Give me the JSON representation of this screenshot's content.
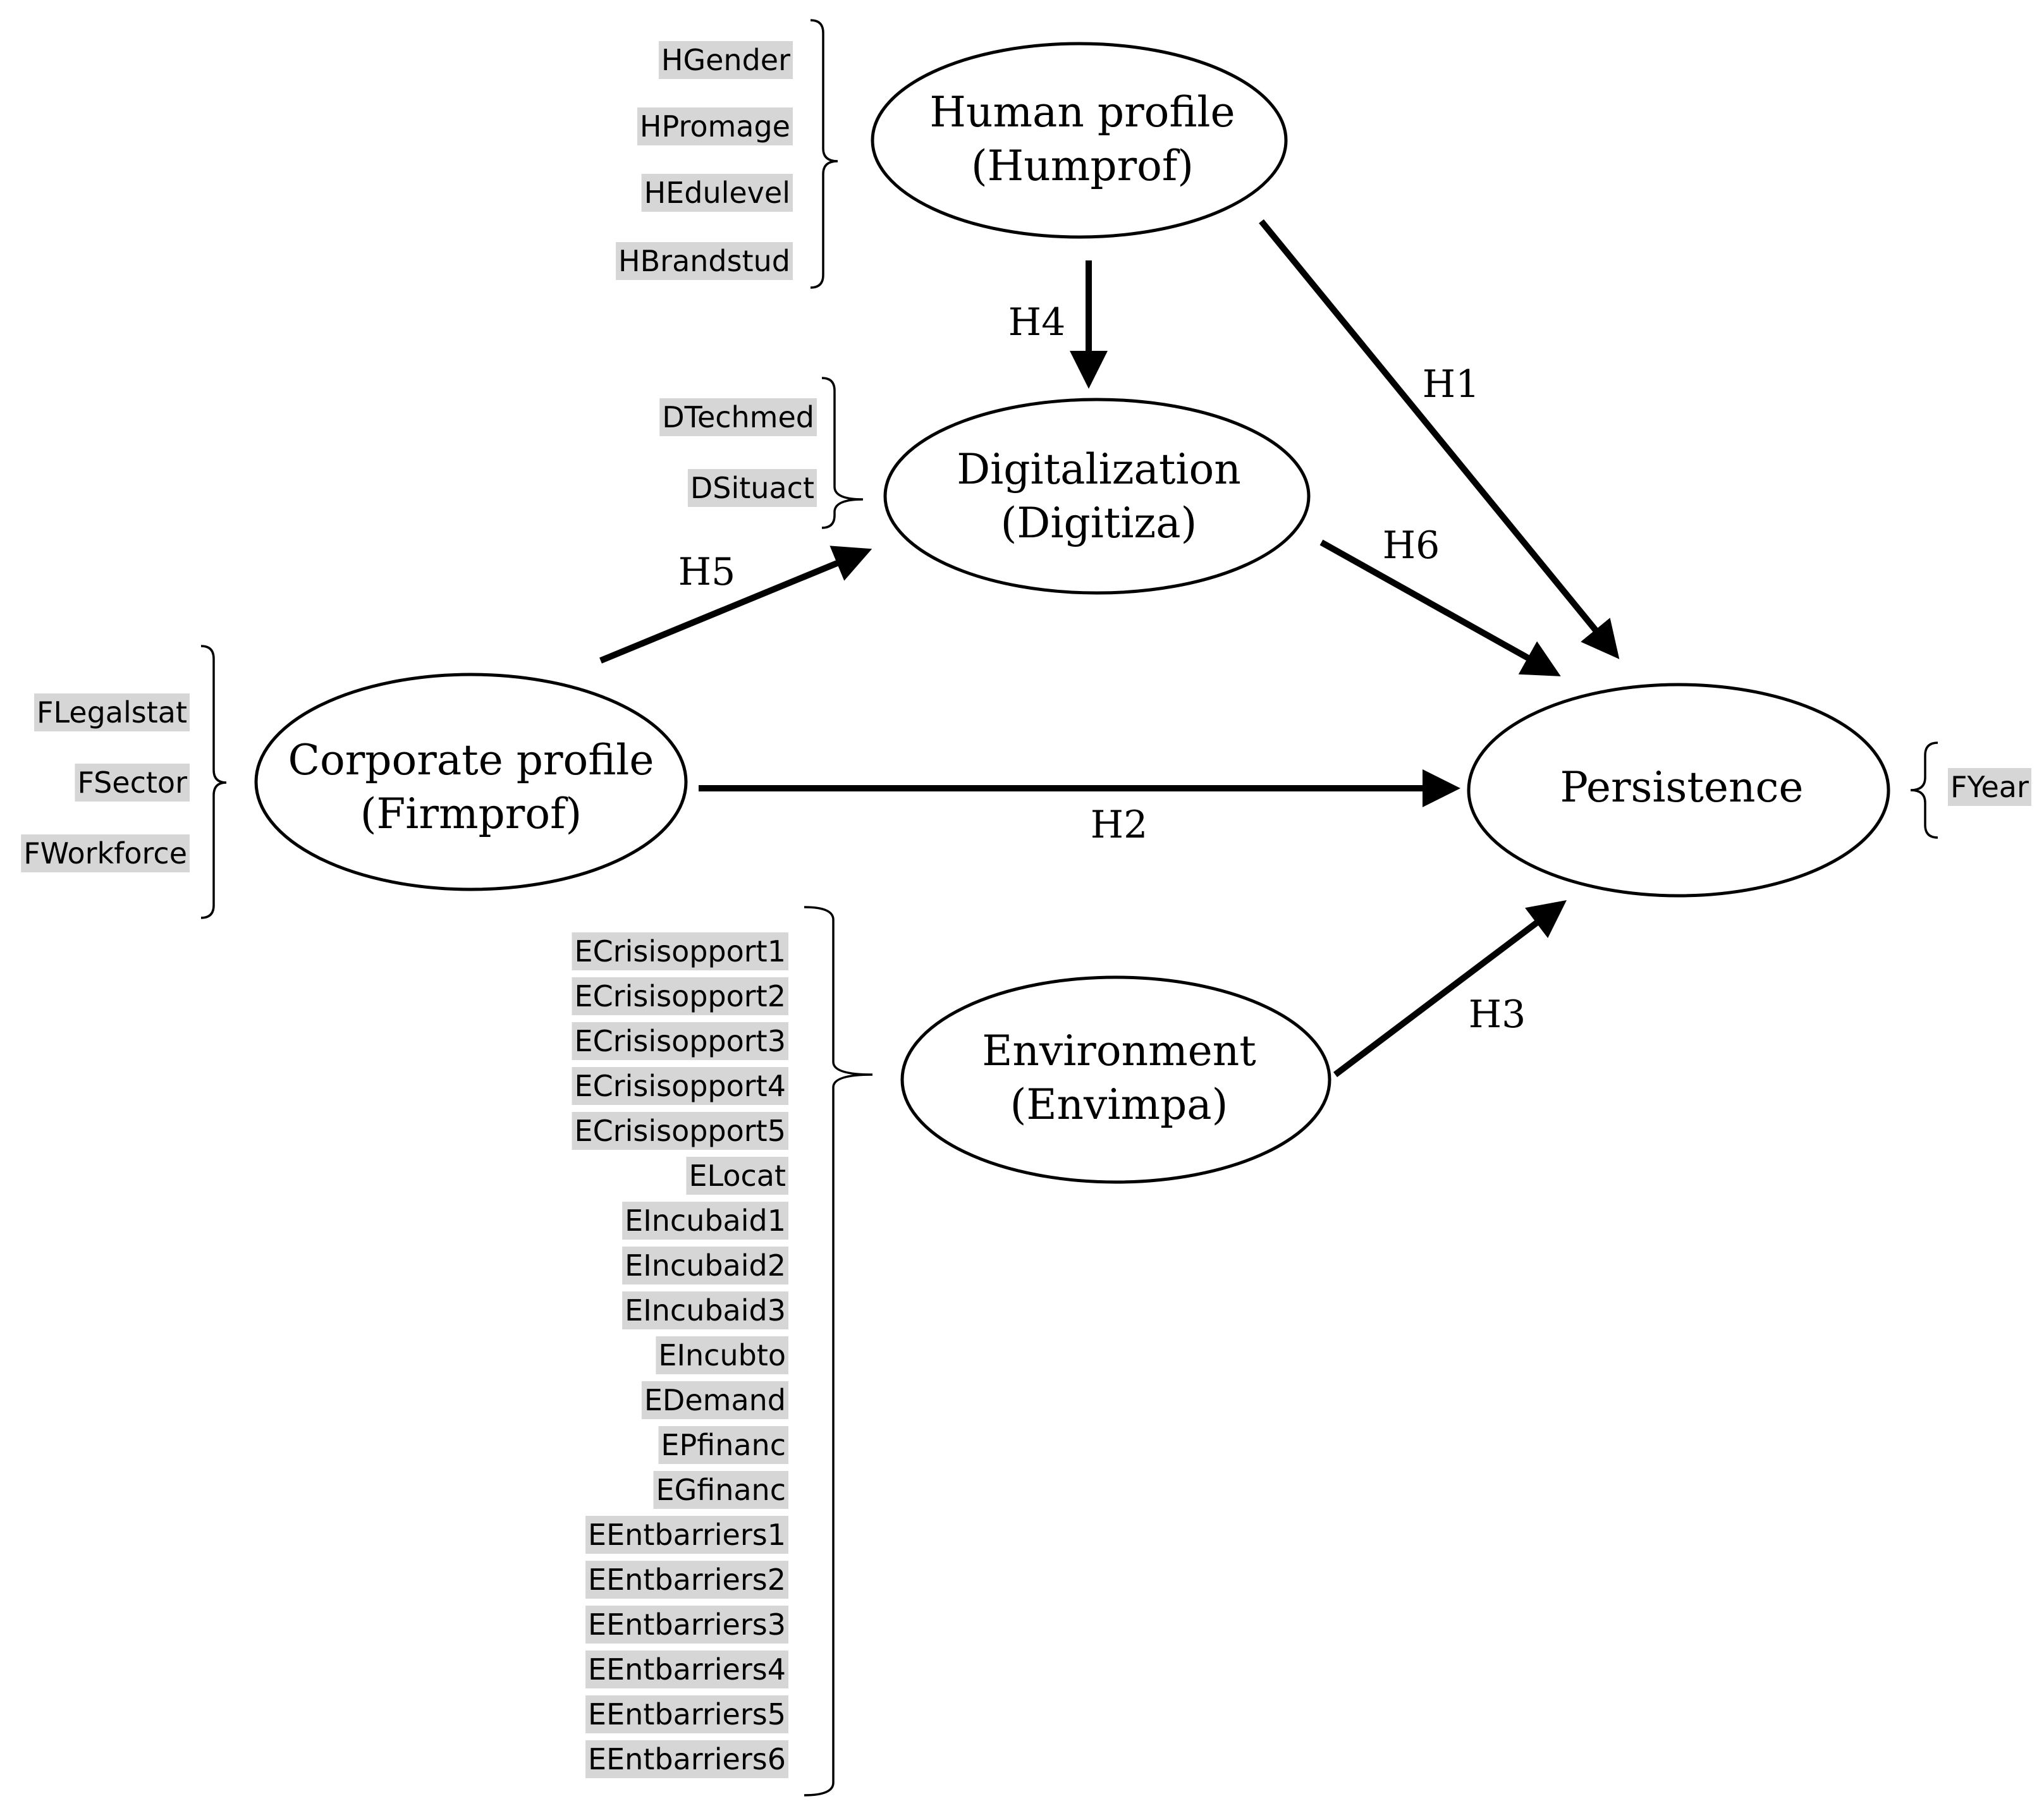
{
  "constructs": {
    "human": {
      "line1": "Human profile",
      "line2": "(Humprof)"
    },
    "digital": {
      "line1": "Digitalization",
      "line2": "(Digitiza)"
    },
    "corporate": {
      "line1": "Corporate profile",
      "line2": "(Firmprof)"
    },
    "persistence": {
      "line1": "Persistence",
      "line2": ""
    },
    "environment": {
      "line1": "Environment",
      "line2": "(Envimpa)"
    }
  },
  "hypotheses": {
    "h1": "H1",
    "h2": "H2",
    "h3": "H3",
    "h4": "H4",
    "h5": "H5",
    "h6": "H6"
  },
  "indicators": {
    "human": [
      "HGender",
      "HPromage",
      "HEdulevel",
      "HBrandstud"
    ],
    "digital": [
      "DTechmed",
      "DSituact"
    ],
    "corporate": [
      "FLegalstat",
      "FSector",
      "FWorkforce"
    ],
    "persistence": [
      "FYear"
    ],
    "environment": [
      "ECrisisopport1",
      "ECrisisopport2",
      "ECrisisopport3",
      "ECrisisopport4",
      "ECrisisopport5",
      "ELocat",
      "EIncubaid1",
      "EIncubaid2",
      "EIncubaid3",
      "EIncubto",
      "EDemand",
      "EPfinanc",
      "EGfinanc",
      "EEntbarriers1",
      "EEntbarriers2",
      "EEntbarriers3",
      "EEntbarriers4",
      "EEntbarriers5",
      "EEntbarriers6"
    ]
  },
  "colors": {
    "indicator_highlight": "#d6d6d6",
    "line": "#000000"
  }
}
